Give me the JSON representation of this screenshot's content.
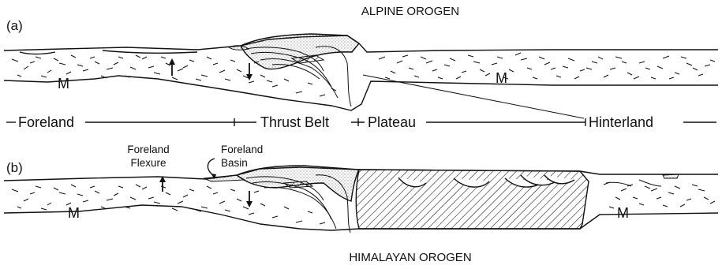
{
  "title_top": "ALPINE OROGEN",
  "title_bottom": "HIMALAYAN OROGEN",
  "panels": {
    "a": "(a)",
    "b": "(b)"
  },
  "moho_label": "M",
  "zones": {
    "foreland": "Foreland",
    "thrust_belt": "Thrust Belt",
    "plateau": "Plateau",
    "hinterland": "Hinterland"
  },
  "annotations": {
    "foreland_flexure_1": "Foreland",
    "foreland_flexure_2": "Flexure",
    "foreland_basin_1": "Foreland",
    "foreland_basin_2": "Basin"
  }
}
